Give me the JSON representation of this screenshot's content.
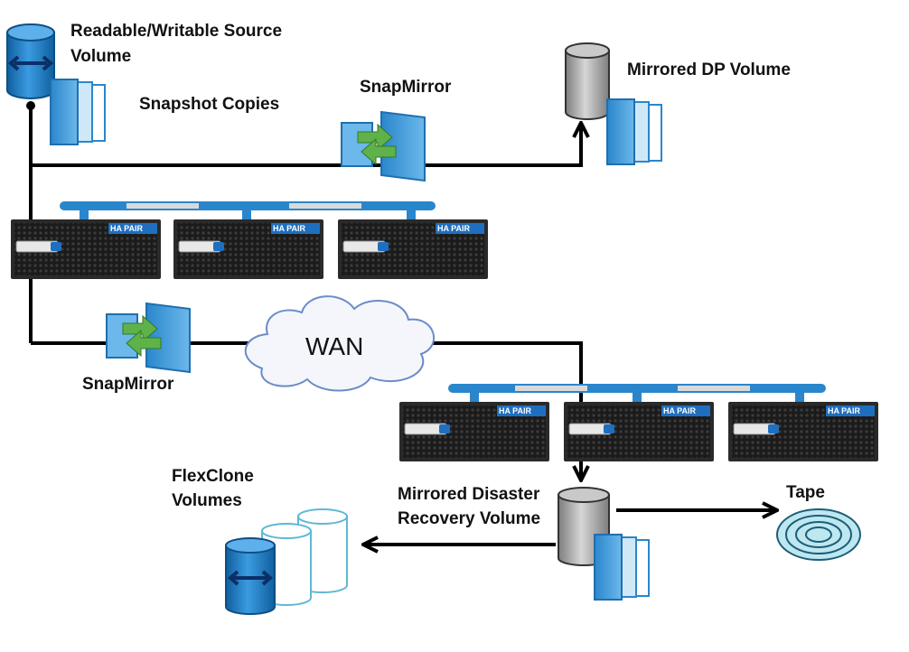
{
  "labels": {
    "source_volume_line1": "Readable/Writable Source",
    "source_volume_line2": "Volume",
    "snapshot_copies": "Snapshot Copies",
    "snapmirror_top": "SnapMirror",
    "mirrored_dp_volume": "Mirrored DP Volume",
    "wan": "WAN",
    "snapmirror_bottom": "SnapMirror",
    "flexclone_line1": "FlexClone",
    "flexclone_line2": "Volumes",
    "dr_volume_line1": "Mirrored Disaster",
    "dr_volume_line2": "Recovery Volume",
    "tape": "Tape"
  },
  "ha_pair_badge": "HA PAIR",
  "colors": {
    "line": "#000000",
    "volume_blue": "#1e7bc4",
    "volume_gray": "#9a9a9a",
    "snapshot_blue": "#3f9ad8",
    "cloud_border": "#6b8cc7",
    "controller_dark": "#1a1a1a",
    "ha_badge": "#1e6fc0",
    "tape_fill": "#bfe7f0"
  },
  "icons": [
    "volume-icon",
    "snapshot-copies-icon",
    "snapmirror-icon",
    "storage-controller-icon",
    "wan-cloud-icon",
    "tape-icon",
    "flexclone-volume-icon"
  ]
}
